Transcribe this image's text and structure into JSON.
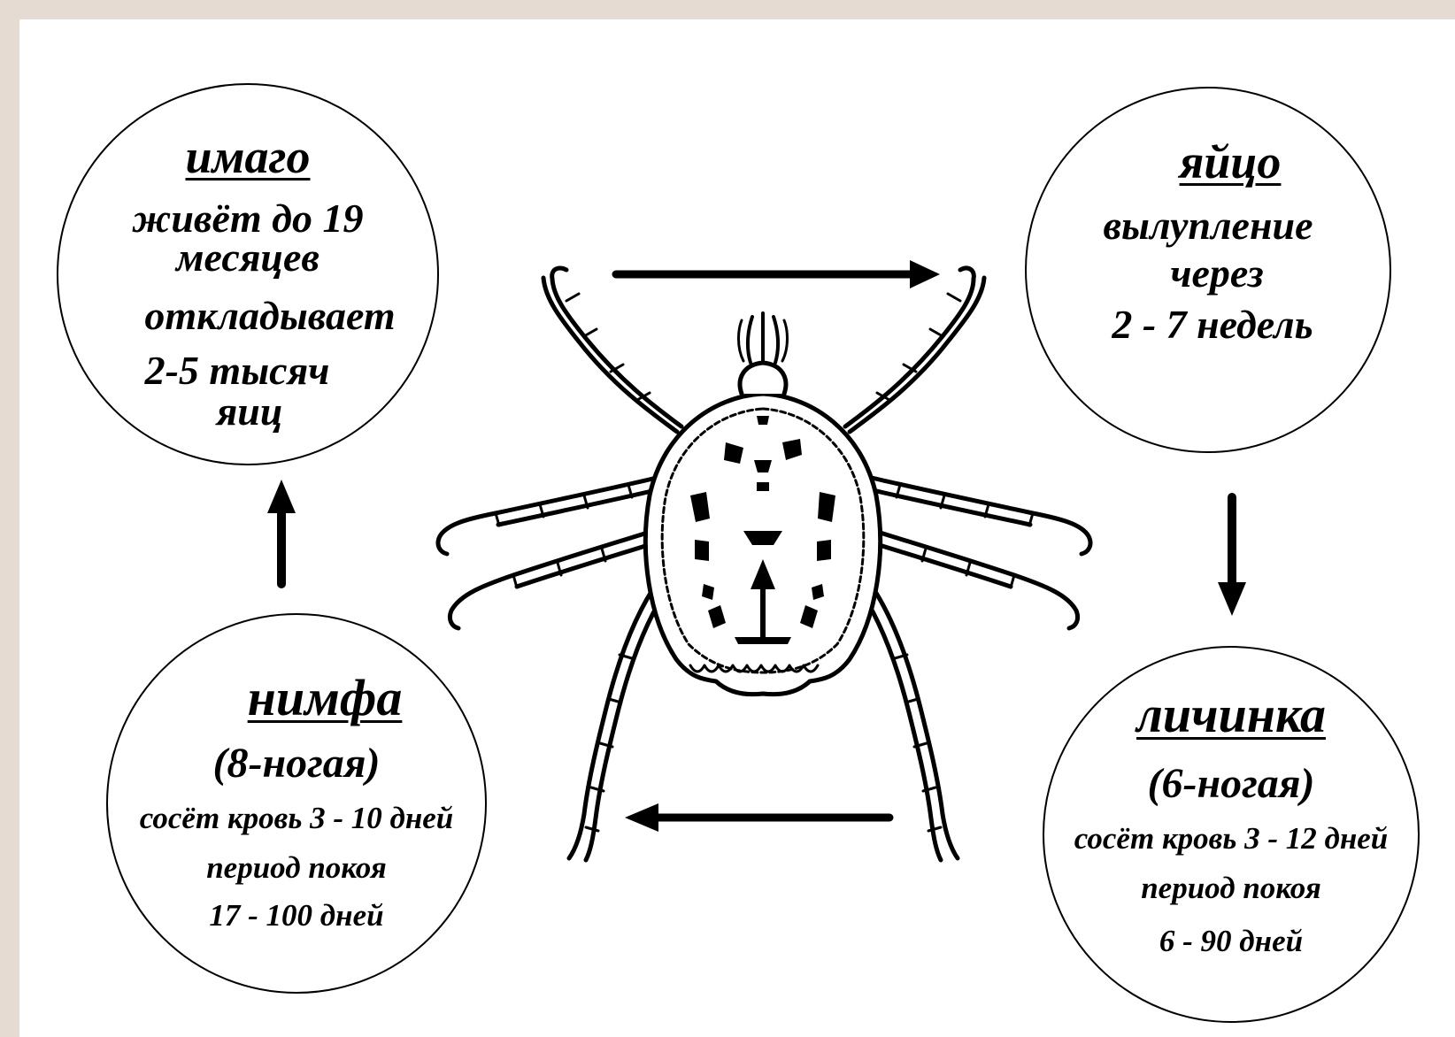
{
  "stages": {
    "imago": {
      "title": "имаго",
      "line1": "живёт до 19",
      "line2": "месяцев",
      "line3": "откладывает",
      "line4": "2-5 тысяч",
      "line5": "яиц"
    },
    "egg": {
      "title": "яйцо",
      "line1": "вылупление",
      "line2": "через",
      "line3": "2 - 7 недель"
    },
    "larva": {
      "title": "личинка",
      "line1": "(6-ногая)",
      "line2": "сосёт кровь 3 - 12 дней",
      "line3": "период покоя",
      "line4": "6 - 90 дней"
    },
    "nymph": {
      "title": "нимфа",
      "line1": "(8-ногая)",
      "line2": "сосёт кровь 3 - 10 дней",
      "line3": "период покоя",
      "line4": "17 - 100 дней"
    }
  },
  "colors": {
    "background": "#e6dbd2",
    "paper": "#ffffff",
    "ink": "#000000"
  },
  "illustration": "tick-icon"
}
